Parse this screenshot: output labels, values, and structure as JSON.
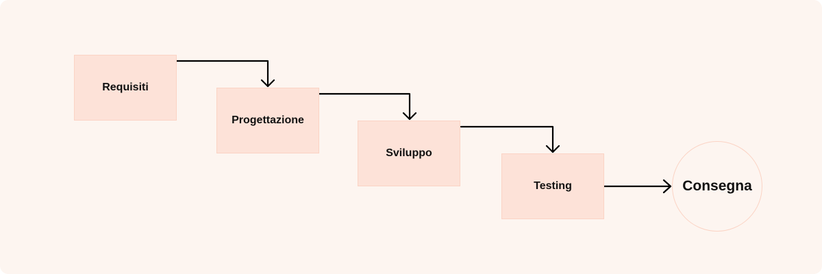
{
  "diagram": {
    "stages": [
      {
        "label": "Requisiti"
      },
      {
        "label": "Progettazione"
      },
      {
        "label": "Sviluppo"
      },
      {
        "label": "Testing"
      }
    ],
    "end": {
      "label": "Consegna"
    }
  },
  "colors": {
    "background": "#fdf5f0",
    "stage_fill": "#fde2d8",
    "stage_border": "#fbd3c4",
    "connector": "#000000",
    "text": "#111111"
  }
}
